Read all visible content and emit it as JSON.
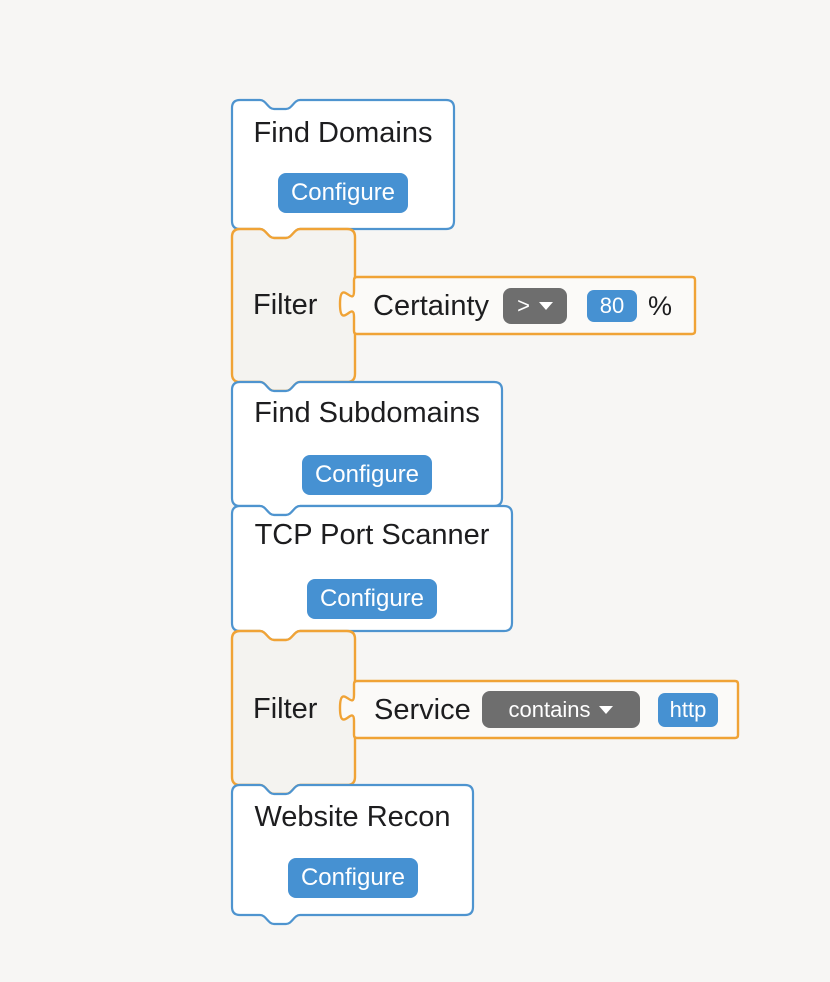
{
  "canvas": {
    "background": "#f7f6f4"
  },
  "palette": {
    "tool_border": "#4e94cf",
    "tool_fill": "#ffffff",
    "filter_border": "#f0a336",
    "filter_fill": "#f4f3f0",
    "value_fill": "#fbfaf8",
    "accent_blue": "#4691d2",
    "dropdown_gray": "#6e6e6e",
    "text_dark": "#1d1d1f"
  },
  "workflow": {
    "tools": [
      {
        "title": "Find Domains",
        "button": "Configure"
      },
      {
        "title": "Find Subdomains",
        "button": "Configure"
      },
      {
        "title": "TCP Port Scanner",
        "button": "Configure"
      },
      {
        "title": "Website Recon",
        "button": "Configure"
      }
    ],
    "filters": [
      {
        "label": "Filter",
        "condition": {
          "field": "Certainty",
          "operator": ">",
          "value": "80",
          "unit": "%"
        }
      },
      {
        "label": "Filter",
        "condition": {
          "field": "Service",
          "operator": "contains",
          "value": "http"
        }
      }
    ]
  }
}
